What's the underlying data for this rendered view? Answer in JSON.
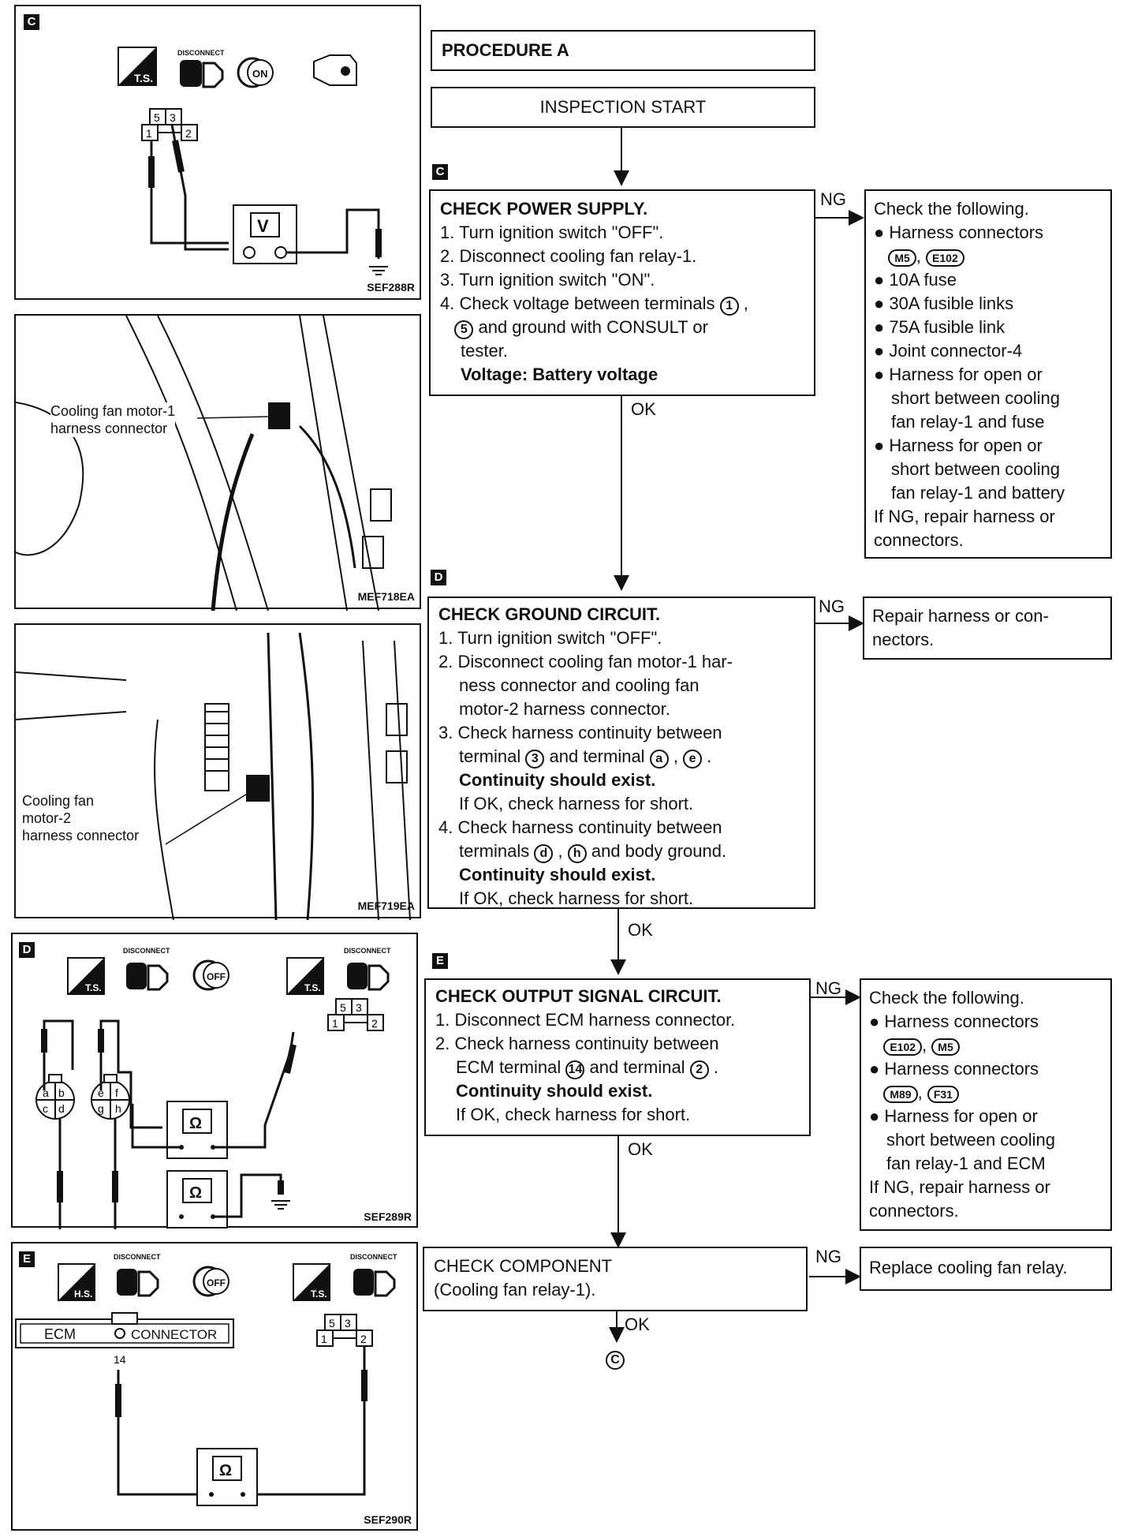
{
  "procedure_title": "PROCEDURE A",
  "start_label": "INSPECTION START",
  "step_c": {
    "marker": "C",
    "title": "CHECK POWER SUPPLY.",
    "lines": [
      "1. Turn ignition switch \"OFF\".",
      "2. Disconnect cooling fan relay-1.",
      "3. Turn ignition switch \"ON\".",
      "4. Check voltage between terminals",
      "and ground with CONSULT or",
      "tester."
    ],
    "t1": "1",
    "t5": "5",
    "spec": "Voltage: Battery voltage",
    "ng": "NG",
    "ok": "OK",
    "ng_title": "Check the following.",
    "ng_items": [
      "Harness connectors",
      "10A fuse",
      "30A fusible links",
      "75A fusible link",
      "Joint connector-4",
      "Harness for open or",
      "short between cooling",
      "fan relay-1 and fuse",
      "Harness for open or",
      "short between cooling",
      "fan relay-1 and battery"
    ],
    "ng_conn1": "M5",
    "ng_conn2": "E102",
    "ng_footer": [
      "If NG, repair harness or",
      "connectors."
    ]
  },
  "step_d": {
    "marker": "D",
    "title": "CHECK GROUND CIRCUIT.",
    "lines": [
      "1. Turn ignition switch \"OFF\".",
      "2. Disconnect cooling fan motor-1 har-",
      "ness connector and cooling fan",
      "motor-2 harness connector.",
      "3. Check harness continuity between",
      "terminal",
      "and terminal",
      "Continuity should exist.",
      "If OK, check harness for short.",
      "4. Check harness continuity between",
      "terminals",
      "and body ground.",
      "Continuity should exist.",
      "If OK, check harness for short."
    ],
    "t3": "3",
    "ta": "a",
    "te": "e",
    "td": "d",
    "th": "h",
    "ng": "NG",
    "ok": "OK",
    "ng_text": [
      "Repair harness or con-",
      "nectors."
    ]
  },
  "step_e": {
    "marker": "E",
    "title": "CHECK OUTPUT SIGNAL CIRCUIT.",
    "lines": [
      "1. Disconnect ECM harness connector.",
      "2. Check harness continuity between",
      "ECM terminal",
      "and terminal",
      "Continuity should exist.",
      "If OK, check harness for short."
    ],
    "t14": "14",
    "t2": "2",
    "ng": "NG",
    "ok": "OK",
    "ng_title": "Check the following.",
    "ng_items": [
      "Harness connectors",
      "Harness connectors",
      "Harness for open or",
      "short between cooling",
      "fan relay-1 and ECM"
    ],
    "ng_conn1": "E102",
    "ng_conn2": "M5",
    "ng_conn3": "M89",
    "ng_conn4": "F31",
    "ng_footer": [
      "If NG, repair harness or",
      "connectors."
    ]
  },
  "step_f": {
    "lines": [
      "CHECK COMPONENT",
      "(Cooling fan relay-1)."
    ],
    "ng": "NG",
    "ok": "OK",
    "ng_text": "Replace cooling fan relay.",
    "end_marker": "C"
  },
  "panels": {
    "p1": {
      "marker": "C",
      "code": "SEF288R",
      "disconnect": "DISCONNECT",
      "ts": "T.S.",
      "on": "ON",
      "meter": "V",
      "pins": [
        "5",
        "3",
        "1",
        "2"
      ]
    },
    "p2": {
      "code": "MEF718EA",
      "label": "Cooling fan motor-1\nharness connector"
    },
    "p3": {
      "code": "MEF719EA",
      "label": "Cooling fan\nmotor-2\nharness connector"
    },
    "p4": {
      "marker": "D",
      "code": "SEF289R",
      "disconnect": "DISCONNECT",
      "ts": "T.S.",
      "off": "OFF",
      "meter": "Ω",
      "pins": [
        "5",
        "3",
        "1",
        "2"
      ],
      "c1": [
        "a",
        "b",
        "c",
        "d"
      ],
      "c2": [
        "e",
        "f",
        "g",
        "h"
      ]
    },
    "p5": {
      "marker": "E",
      "code": "SEF290R",
      "disconnect": "DISCONNECT",
      "hs": "H.S.",
      "ts": "T.S.",
      "off": "OFF",
      "meter": "Ω",
      "ecm": "ECM",
      "connector": "CONNECTOR",
      "pin14": "14",
      "pins": [
        "5",
        "3",
        "1",
        "2"
      ]
    }
  }
}
